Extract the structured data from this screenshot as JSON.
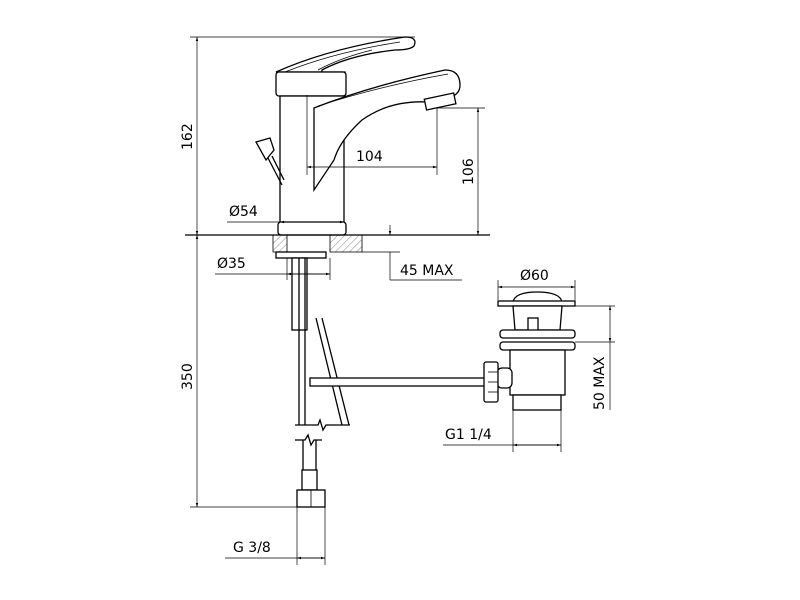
{
  "drawing": {
    "title": "Basin mixer technical drawing",
    "dimensions": {
      "total_height": "162",
      "spout_reach": "104",
      "spout_height": "106",
      "body_diameter": "Ø54",
      "hole_diameter": "Ø35",
      "deck_thickness": "45 MAX",
      "drain_diameter": "Ø60",
      "drain_height": "50 MAX",
      "drain_thread": "G1 1/4",
      "hose_length": "350",
      "hose_thread": "G 3/8"
    }
  }
}
